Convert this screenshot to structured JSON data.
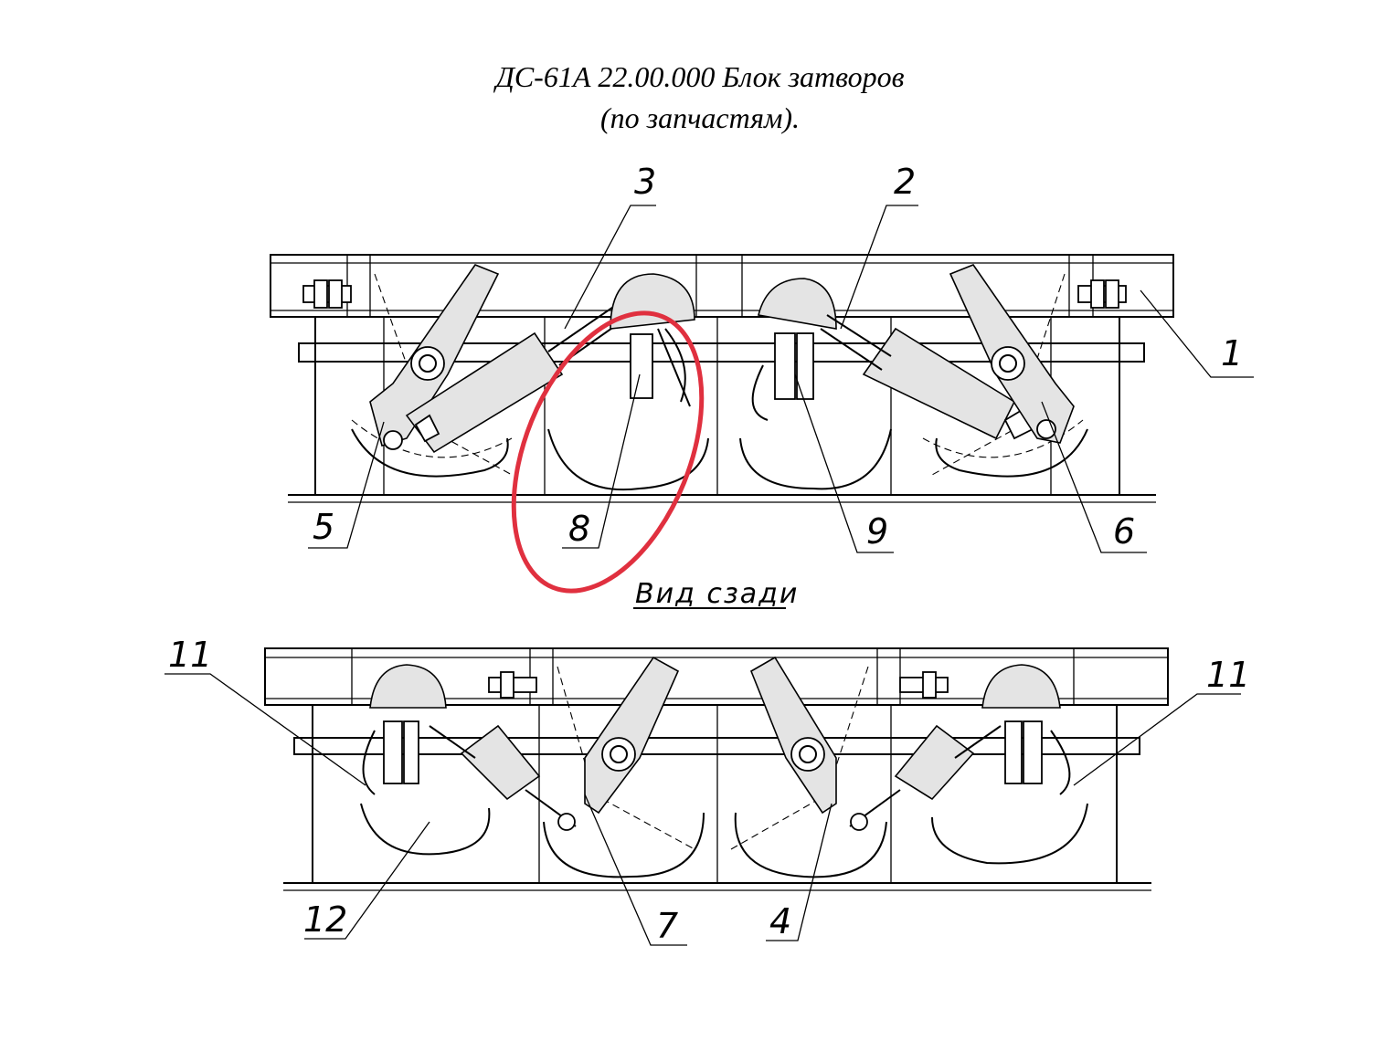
{
  "title": {
    "line1": "ДС-61А 22.00.000 Блок затворов",
    "line2": "(по запчастям)."
  },
  "view_caption": "Вид сзади",
  "callouts": {
    "c1": "1",
    "c2": "2",
    "c3": "3",
    "c4": "4",
    "c5": "5",
    "c6": "6",
    "c7": "7",
    "c8": "8",
    "c9": "9",
    "c11a": "11",
    "c11b": "11",
    "c12": "12"
  },
  "highlight": {
    "target": "8",
    "color": "#e0303f"
  }
}
